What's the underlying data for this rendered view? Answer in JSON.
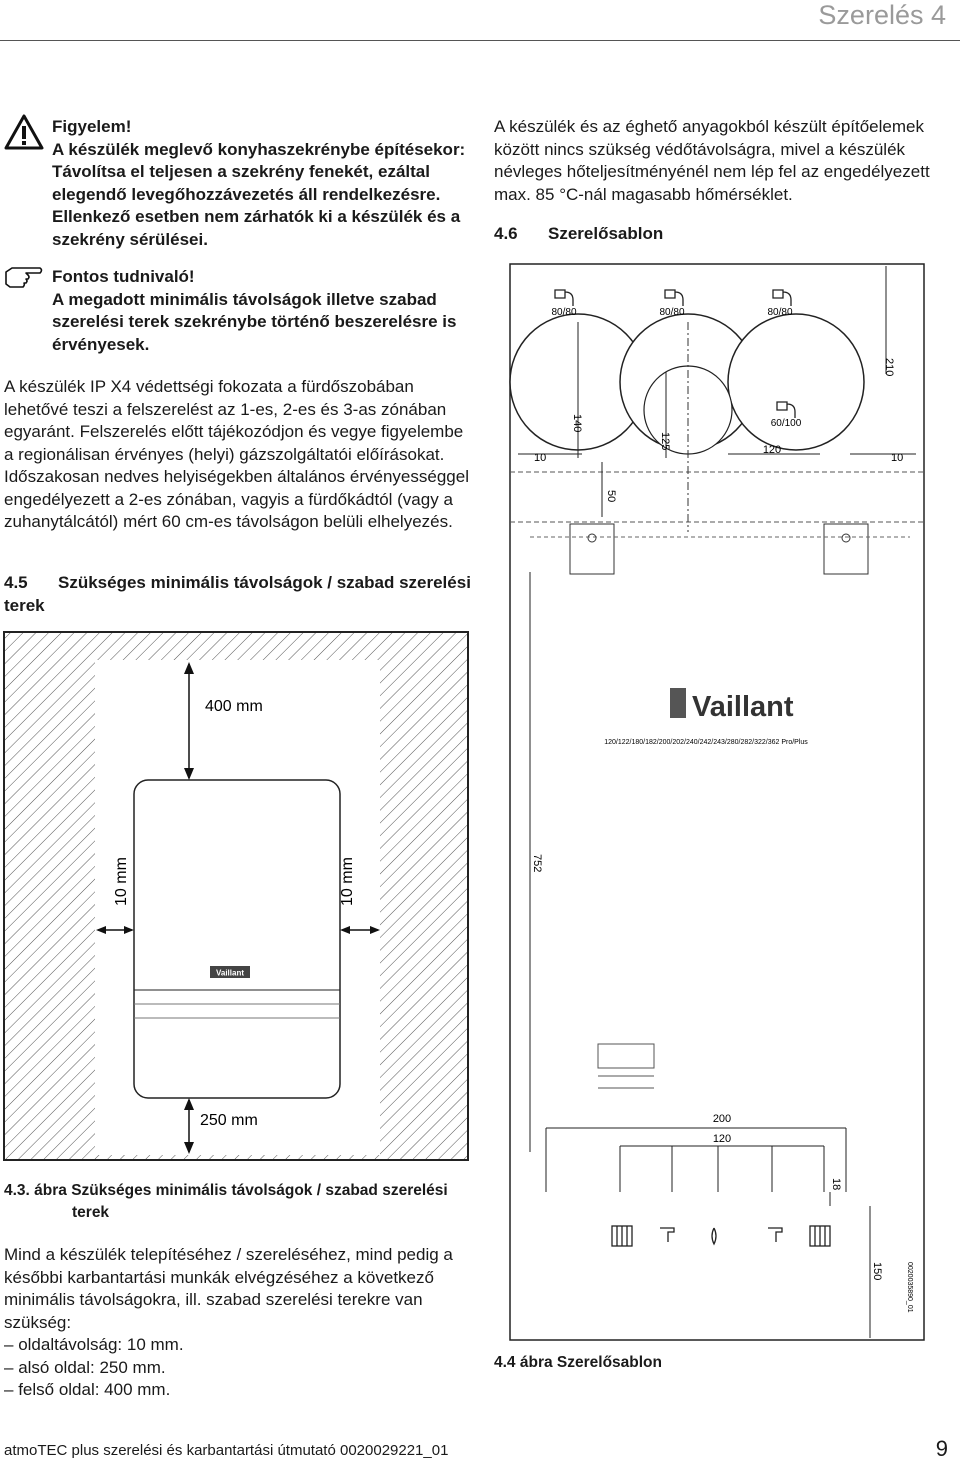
{
  "header": {
    "title": "Szerelés 4"
  },
  "warning": {
    "icon": "warning-triangle-icon",
    "heading": "Figyelem!",
    "text": "A készülék meglevő konyhaszekrénybe építésekor: Távolítsa el teljesen a szekrény fenekét, ezáltal elegendő levegőhozzávezetés áll rendelkezésre. Ellenkező esetben nem zárhatók ki a készülék és a szekrény sérülései."
  },
  "note": {
    "icon": "pointing-hand-icon",
    "heading": "Fontos tudnivaló!",
    "text": "A megadott minimális távolságok illetve szabad szerelési terek szekrénybe történő beszerelésre is érvényesek."
  },
  "body_text": "A készülék IP X4 védettségi fokozata a fürdőszobában lehetővé teszi a felszerelést az 1-es, 2-es és 3-as zónában egyaránt. Felszerelés előtt tájékozódjon és vegye figyelembe a regionálisan érvényes (helyi) gázszolgáltatói előírásokat. Időszakosan nedves helyiségekben általános érvényességgel engedélyezett a 2-es zónában, vagyis a fürdőkádtól (vagy a zuhanytálcától) mért 60 cm-es távolságon belüli elhelyezés.",
  "section_45": {
    "number": "4.5",
    "title": "Szükséges minimális távolságok / szabad szerelési terek"
  },
  "figure_43": {
    "label_top": "400 mm",
    "label_left": "10 mm",
    "label_right": "10 mm",
    "label_bottom": "250 mm",
    "badge": "Vaillant",
    "caption_num": "4.3. ábra",
    "caption_l1": "Szükséges minimális távolságok / szabad szerelési",
    "caption_l2": "terek"
  },
  "bottom_text": {
    "intro": "Mind a készülék telepítéséhez / szereléséhez, mind pedig a későbbi karbantartási munkák elvégzéséhez a következő minimális távolságokra, ill. szabad szerelési terekre van szükség:",
    "items": [
      "oldaltávolság: 10 mm.",
      "alsó oldal: 250 mm.",
      "felső oldal: 400 mm."
    ]
  },
  "right_text": "A készülék és az éghető anyagokból készült építőelemek között nincs szükség védőtávolságra, mivel a készülék névleges hőteljesítményénél nem lép fel az engedélyezett max. 85 °C-nál magasabb hőmérséklet.",
  "section_46": {
    "number": "4.6",
    "title": "Szerelősablon"
  },
  "figure_44": {
    "flue_labels": [
      "80/80",
      "80/80",
      "80/80"
    ],
    "flue_small": "60/100",
    "dims": {
      "d210": "210",
      "d140": "140",
      "d125": "125",
      "d120": "120",
      "d10l": "10",
      "d10r": "10",
      "d50": "50",
      "d752": "752",
      "d200": "200",
      "d120b": "120",
      "d18": "18",
      "d150": "150"
    },
    "brand": "Vaillant",
    "models": "120/122/180/182/200/202/240/242/243/280/282/322/362 Pro/Plus",
    "docnum": "0020035890_01",
    "caption": "4.4 ábra Szerelősablon"
  },
  "footer": {
    "doc": "atmoTEC plus szerelési és karbantartási útmutató 0020029221_01",
    "page": "9"
  }
}
